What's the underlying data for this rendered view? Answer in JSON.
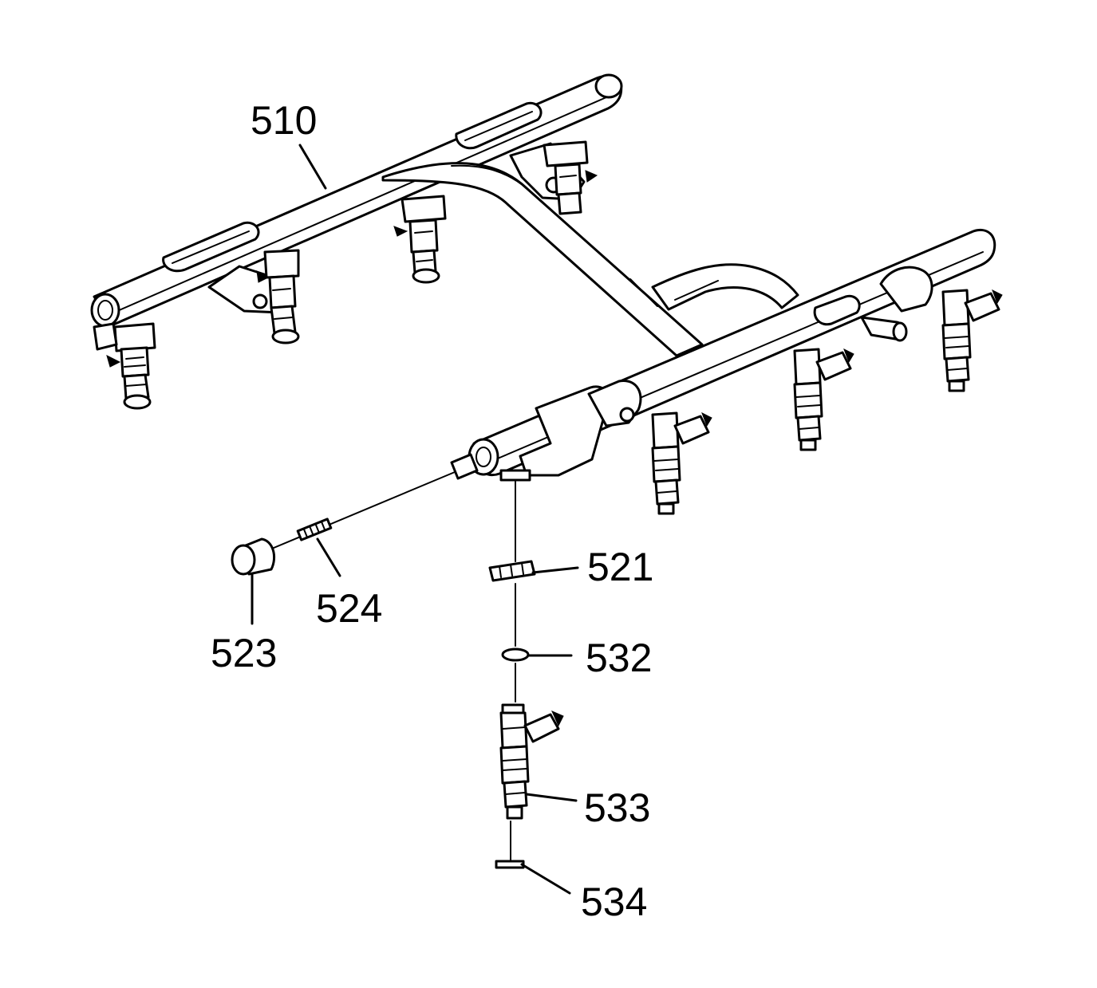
{
  "callouts": {
    "c510": "510",
    "c521": "521",
    "c523": "523",
    "c524": "524",
    "c532": "532",
    "c533": "533",
    "c534": "534"
  },
  "colors": {
    "line": "#000000",
    "background": "#ffffff"
  }
}
